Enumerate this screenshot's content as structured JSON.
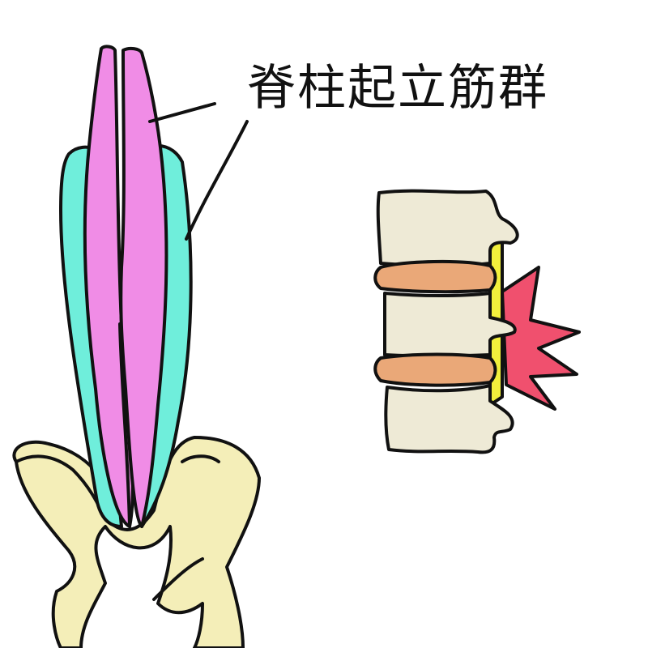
{
  "label": "脊柱起立筋群",
  "colors": {
    "muscle_inner": "#F08CE6",
    "muscle_outer": "#6FEEDB",
    "pelvis": "#F4EEB8",
    "vertebra": "#EEEAD6",
    "disc": "#EAA878",
    "nerve": "#F2F03C",
    "pain": "#F0506E",
    "ink": "#111111"
  },
  "icons": [
    "erector-spinae-muscle",
    "pelvis",
    "lumbar-spine",
    "pain-burst"
  ]
}
